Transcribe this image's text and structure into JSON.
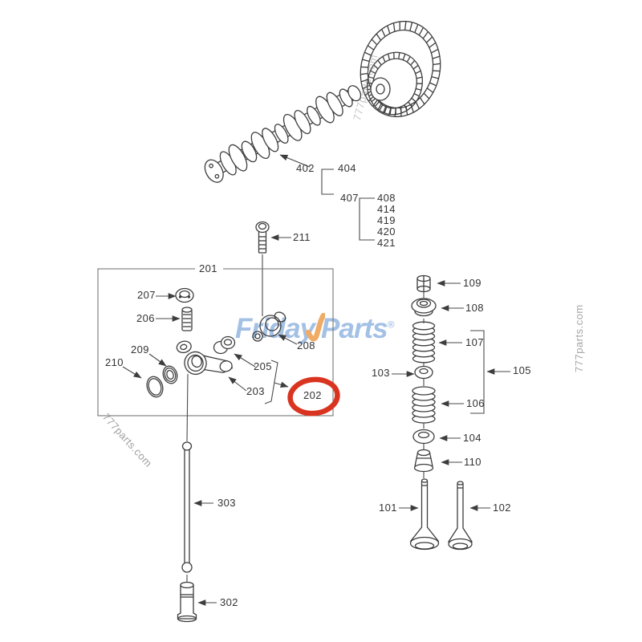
{
  "diagram": {
    "parts": {
      "camshaft": "402",
      "camshaft_group": "404",
      "camshaft_subgroup": "407",
      "subgroup_items": [
        "408",
        "414",
        "419",
        "420",
        "421"
      ],
      "rocker_box": "201",
      "bolt": "211",
      "nut": "207",
      "adjusting_screw": "206",
      "washer": "209",
      "snap_ring": "210",
      "rocker_arm": "203",
      "bushing": "205",
      "pivot": "208",
      "rocker_assembly": "202",
      "valve_keeper": "109",
      "spring_retainer": "108",
      "outer_spring": "107",
      "seal": "103",
      "valve_group": "105",
      "inner_spring": "106",
      "spring_seat": "104",
      "stem_cap": "110",
      "intake_valve": "101",
      "exhaust_valve": "102",
      "pushrod": "303",
      "tappet": "302"
    },
    "line_color": "#3d3d3d"
  },
  "highlight": {
    "circled_part": "202",
    "color": "#d93420"
  },
  "branding": {
    "logo_friday": "Friday",
    "logo_parts": "Parts",
    "logo_reg": "®",
    "logo_blue": "#9fbde4",
    "logo_orange": "#f0a75e"
  },
  "watermark": {
    "site": "777parts.com",
    "color": "#8f8f8f"
  }
}
